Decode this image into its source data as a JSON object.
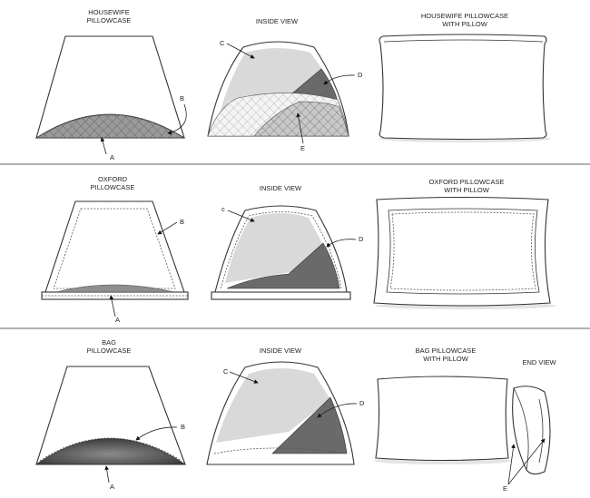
{
  "rows": [
    {
      "id": "housewife",
      "flat_title": [
        "HOUSEWIFE",
        "PILLOWCASE"
      ],
      "inside_title": "INSIDE VIEW",
      "pillow_title": [
        "HOUSEWIFE PILLOWCASE",
        "WITH PILLOW"
      ],
      "flat_labels": {
        "a": "A",
        "b": "B"
      },
      "inside_labels": {
        "c": "C",
        "d": "D",
        "e": "E"
      }
    },
    {
      "id": "oxford",
      "flat_title": [
        "OXFORD",
        "PILLOWCASE"
      ],
      "inside_title": "INSIDE VIEW",
      "pillow_title": [
        "OXFORD PILLOWCASE",
        "WITH PILLOW"
      ],
      "flat_labels": {
        "a": "A",
        "b": "B"
      },
      "inside_labels": {
        "c": "c",
        "d": "D"
      }
    },
    {
      "id": "bag",
      "flat_title": [
        "BAG",
        "PILLOWCASE"
      ],
      "inside_title": "INSIDE VIEW",
      "pillow_title": [
        "BAG PILLOWCASE",
        "WITH PILLOW"
      ],
      "end_view_title": "END VIEW",
      "flat_labels": {
        "a": "A",
        "b": "B"
      },
      "inside_labels": {
        "c": "C",
        "d": "D"
      },
      "end_labels": {
        "e": "E"
      }
    }
  ]
}
